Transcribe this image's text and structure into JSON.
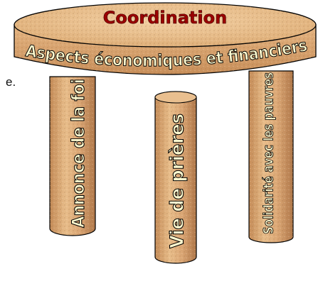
{
  "diagram": {
    "fragment_text": "e.",
    "top_label": "Coordination",
    "band_label": "Aspects économiques et financiers",
    "legs": [
      {
        "label": "Annonce de la foi"
      },
      {
        "label": "Vie de prières"
      },
      {
        "label": "Solidarité avec les pauvres"
      }
    ]
  },
  "colors": {
    "wood_light": "#f0c998",
    "wood_mid": "#d9a46b",
    "wood_dark": "#b5794a",
    "title": "#9b0000",
    "label_fill": "#fffbd0",
    "outline": "#000000"
  }
}
